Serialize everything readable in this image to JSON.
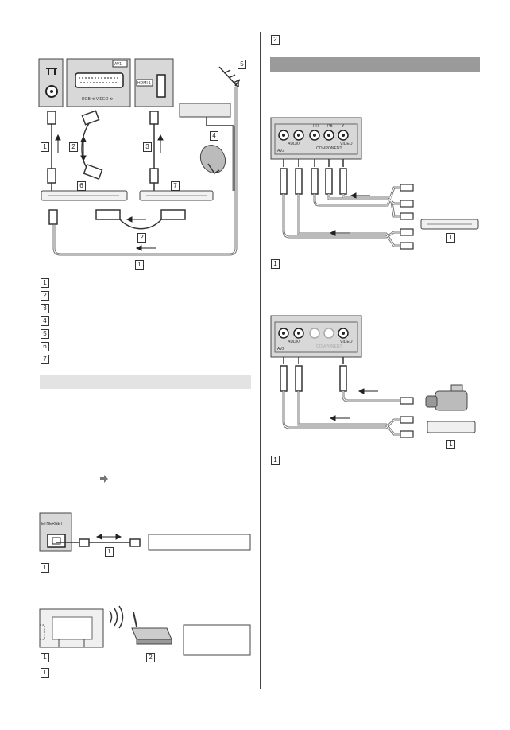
{
  "page": {
    "colors": {
      "section_header": "#9a9a9a",
      "header_light": "#e3e3e3",
      "panel": "#d8d8d8",
      "line": "#333333"
    }
  },
  "left": {
    "top_diagram": {
      "numbers": [
        "1",
        "2",
        "3",
        "4",
        "5",
        "6",
        "7",
        "2",
        "1"
      ],
      "panel_labels": {
        "av1": "AV1",
        "hdmi": "HDMI 1",
        "scart_caption": "RGB ⟲ VIDEO ⟲"
      }
    },
    "legend": [
      "1",
      "2",
      "3",
      "4",
      "5",
      "6",
      "7"
    ],
    "ethernet": {
      "port_label": "ETHERNET",
      "number": "1",
      "note_number": "1"
    },
    "wireless": {
      "numbers": [
        "1",
        "2"
      ],
      "note_number": "1"
    }
  },
  "right": {
    "top_note_number": "2",
    "component_diagram": {
      "labels": {
        "audio": "AUDIO",
        "component": "COMPONENT",
        "video": "VIDEO",
        "av2": "AV2",
        "y": "Y",
        "pb": "PB",
        "pr": "PR"
      },
      "device_number": "1",
      "note_number": "1"
    },
    "composite_diagram": {
      "labels": {
        "audio": "AUDIO",
        "component": "COMPONENT",
        "video": "VIDEO",
        "av2": "AV2"
      },
      "device_number": "1",
      "note_number": "1"
    }
  }
}
